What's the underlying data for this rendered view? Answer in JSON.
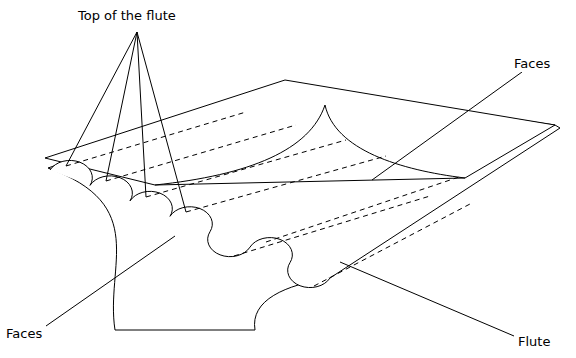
{
  "diagram": {
    "labels": [
      "Top of the flute",
      "Faces",
      "Faces",
      "Flute"
    ]
  }
}
